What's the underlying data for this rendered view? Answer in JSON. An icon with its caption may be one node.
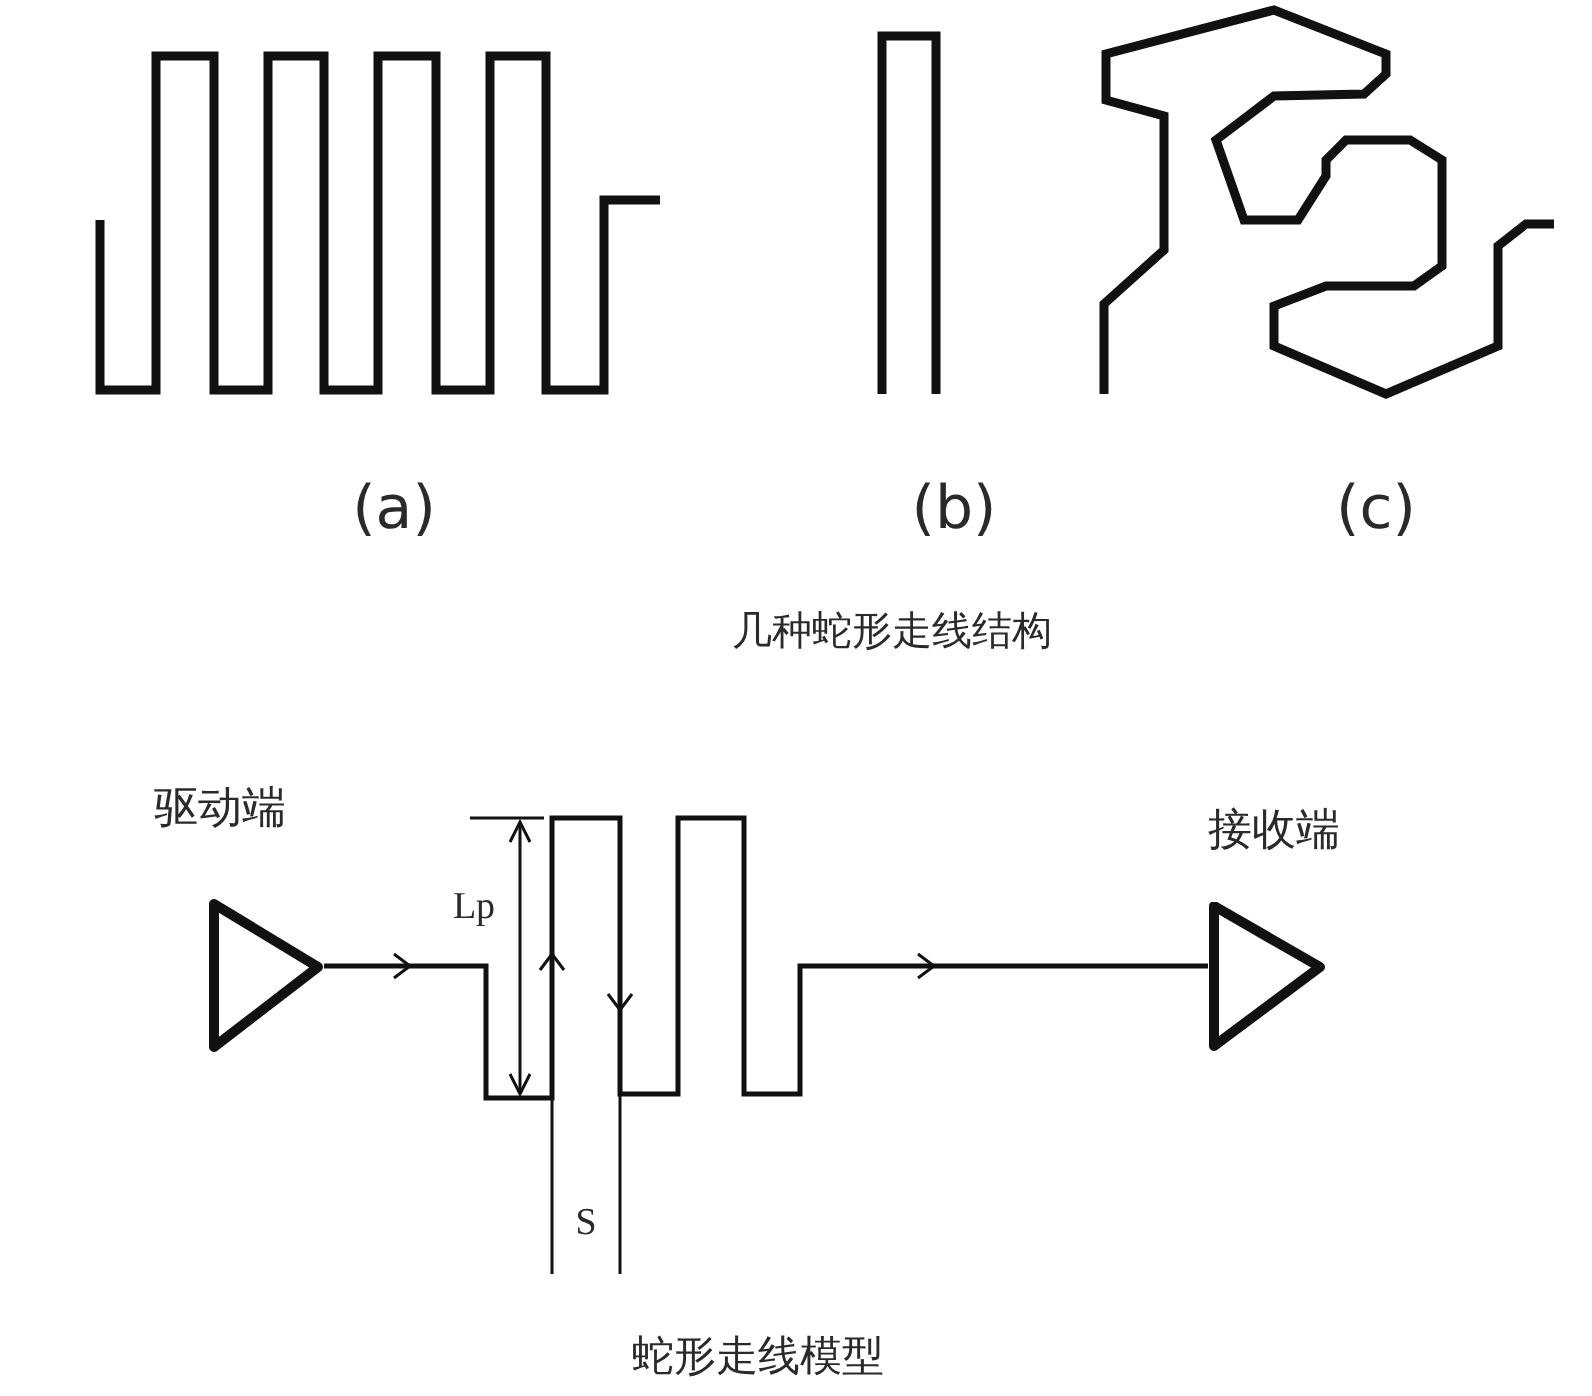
{
  "diagram": {
    "nodes": [
      {
        "text": [
          "驱动端"
        ]
      },
      {
        "text": [
          "接收端"
        ]
      }
    ],
    "edges": [
      {
        "from": 0,
        "to": 1,
        "arrow": "to"
      }
    ],
    "labels": [
      "(a)",
      "(b)",
      "(c)",
      "几种蛇形走线结构",
      "Lp",
      "S",
      "蛇形走线模型"
    ]
  }
}
